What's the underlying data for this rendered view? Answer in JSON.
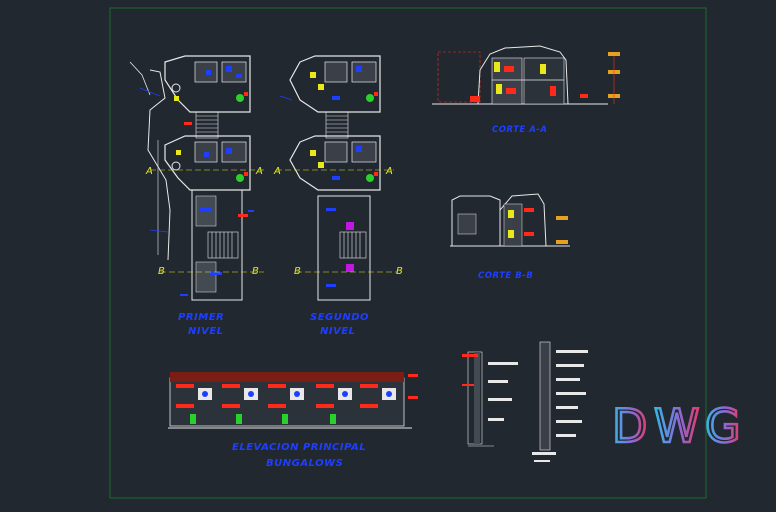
{
  "drawing": {
    "labels": {
      "primer_nivel_1": "PRIMER",
      "primer_nivel_2": "NIVEL",
      "segundo_nivel_1": "SEGUNDO",
      "segundo_nivel_2": "NIVEL",
      "corte_aa": "CORTE A-A",
      "corte_bb": "CORTE B-B",
      "elevacion_1": "ELEVACION PRINCIPAL",
      "elevacion_2": "BUNGALOWS"
    },
    "axis_marks": {
      "a": "A",
      "b": "B"
    }
  },
  "watermark": {
    "letters": [
      "D",
      "W",
      "G"
    ]
  },
  "colors": {
    "background": "#212830",
    "frame": "#1d6b2a",
    "label": "#1f3fff",
    "wall": "#e8e8e8",
    "accent_red": "#ff2a1a",
    "accent_yellow": "#e8e81a",
    "accent_blue": "#1f3fff",
    "accent_magenta": "#c018e0",
    "logo_blue": "#33b7e8",
    "logo_red": "#e63a6a"
  }
}
